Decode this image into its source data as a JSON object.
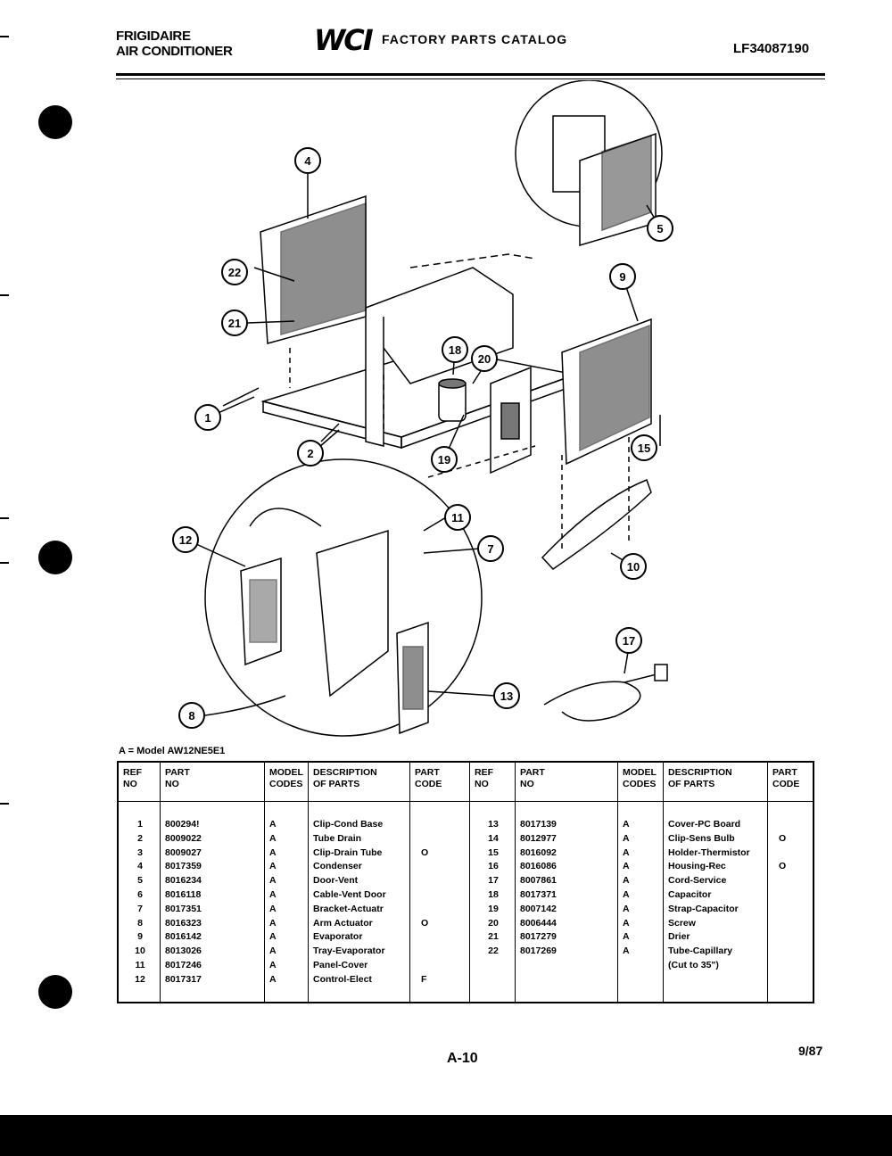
{
  "header": {
    "brand_line1": "FRIGIDAIRE",
    "brand_line2": "AIR CONDITIONER",
    "logo": "WCI",
    "catalog_title": "FACTORY PARTS CATALOG",
    "catalog_number": "LF34087190"
  },
  "diagram": {
    "callouts": [
      "1",
      "2",
      "4",
      "5",
      "7",
      "8",
      "9",
      "10",
      "11",
      "12",
      "13",
      "15",
      "17",
      "18",
      "19",
      "20",
      "21",
      "22"
    ]
  },
  "model_note": "A = Model AW12NE5E1",
  "table": {
    "headers": {
      "ref_no": "REF\nNO",
      "part_no": "PART\nNO",
      "model_codes": "MODEL\nCODES",
      "description": "DESCRIPTION\nOF PARTS",
      "part_code": "PART\nCODE"
    },
    "left": {
      "ref": "1\n2\n3\n4\n5\n6\n7\n8\n9\n10\n11\n12",
      "part": "800294!\n8009022\n8009027\n8017359\n8016234\n8016118\n8017351\n8016323\n8016142\n8013026\n8017246\n8017317",
      "model": "A\nA\nA\nA\nA\nA\nA\nA\nA\nA\nA\nA",
      "desc": "Clip-Cond Base\nTube Drain\nClip-Drain Tube\nCondenser\nDoor-Vent\nCable-Vent Door\nBracket-Actuatr\nArm Actuator\nEvaporator\nTray-Evaporator\nPanel-Cover\nControl-Elect",
      "code": "\n\nO\n\n\n\n\nO\n\n\n\nF"
    },
    "right": {
      "ref": "13\n14\n15\n16\n17\n18\n19\n20\n21\n22",
      "part": "8017139\n8012977\n8016092\n8016086\n8007861\n8017371\n8007142\n8006444\n8017279\n8017269",
      "model": "A\nA\nA\nA\nA\nA\nA\nA\nA\nA",
      "desc": "Cover-PC Board\nClip-Sens Bulb\nHolder-Thermistor\nHousing-Rec\nCord-Service\nCapacitor\nStrap-Capacitor\nScrew\nDrier\nTube-Capillary\n(Cut to 35\")",
      "code": "\nO\n\nO"
    }
  },
  "footer": {
    "page": "A-10",
    "date": "9/87"
  }
}
